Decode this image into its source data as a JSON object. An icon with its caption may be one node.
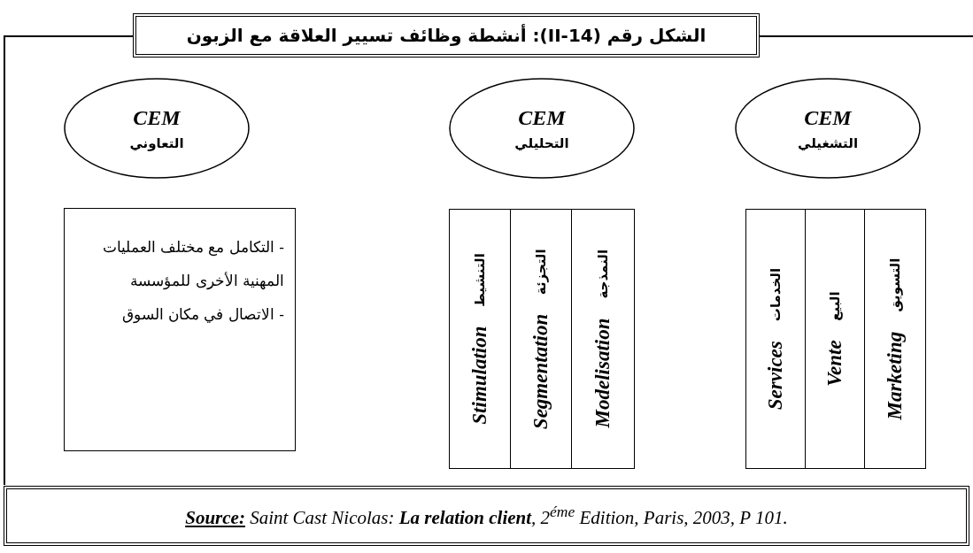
{
  "diagram": {
    "title": "الشكل رقم (II-14): أنشطة وظائف تسيير العلاقة مع الزبون",
    "caption": "**Source:** Saint Cast Nicolas: **La relation client**, 2$^{éme}$ Edition, Paris, 2003, P 101.",
    "nodes": [
      {
        "text": [
          "CEM",
          "التعاوني"
        ]
      },
      {
        "text": [
          "CEM",
          "التحليلي"
        ]
      },
      {
        "text": [
          "CEM",
          "التشغيلي"
        ]
      },
      {
        "text": [
          "- التكامل مع مختلف العمليات المهنية الأخرى للمؤسسة",
          "- الاتصال في مكان السوق"
        ]
      },
      {
        "text": [],
        "shape": "box"
      },
      {
        "text": [
          "Stimulation",
          "التنشيط"
        ],
        "in": 4
      },
      {
        "text": [
          "Segmentation",
          "التجزئة"
        ],
        "in": 4
      },
      {
        "text": [
          "Modelisation",
          "النمذجة"
        ],
        "in": 4
      },
      {
        "text": [],
        "shape": "box"
      },
      {
        "text": [
          "Services",
          "الخدمات"
        ],
        "in": 8
      },
      {
        "text": [
          "Vente",
          "البيع"
        ],
        "in": 8
      },
      {
        "text": [
          "Marketing",
          "التسويق"
        ],
        "in": 8
      }
    ],
    "edges": []
  }
}
